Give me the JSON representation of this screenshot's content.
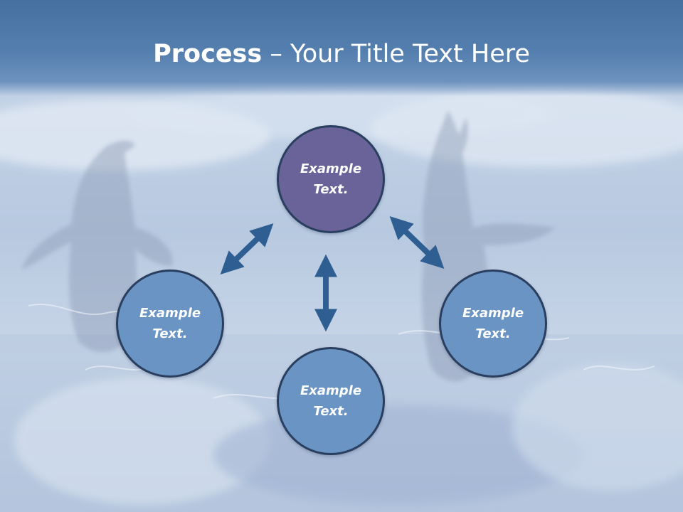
{
  "slide": {
    "title_bold": "Process",
    "title_dash": " – ",
    "title_rest": "Your Title Text Here"
  },
  "nodes": [
    {
      "line1": "Example",
      "line2": "Text."
    },
    {
      "line1": "Example",
      "line2": "Text."
    },
    {
      "line1": "Example",
      "line2": "Text."
    },
    {
      "line1": "Example",
      "line2": "Text."
    }
  ],
  "colors": {
    "title_bar": "#557fae",
    "top_circle": "#6a6399",
    "side_circle": "#6a94c4",
    "arrow": "#2e5e92",
    "circle_border": "#2a3f5f"
  }
}
